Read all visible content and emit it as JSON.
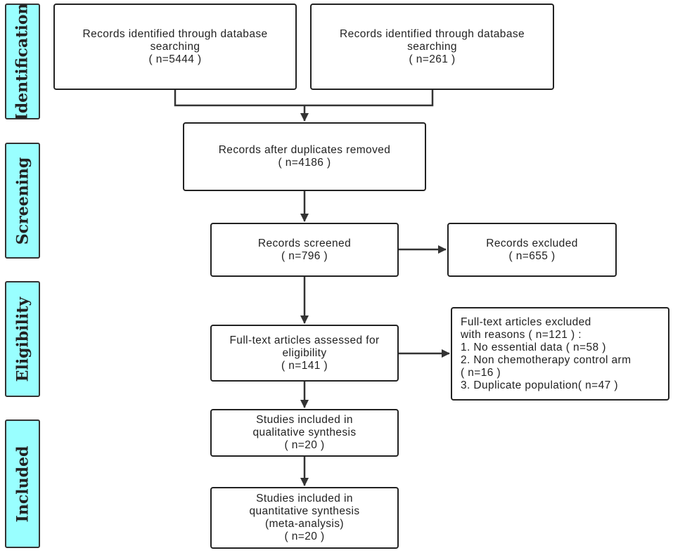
{
  "phases": {
    "identification": "Identification",
    "screening": "Screening",
    "eligibility": "Eligibility",
    "included": "Included"
  },
  "boxes": {
    "db_search_1": {
      "lines": [
        "Records identified through database",
        "searching",
        "( n=5444 )"
      ]
    },
    "db_search_2": {
      "lines": [
        "Records identified through database",
        "searching",
        "( n=261 )"
      ]
    },
    "duplicates_removed": {
      "lines": [
        "Records after duplicates removed",
        "( n=4186 )"
      ]
    },
    "records_screened": {
      "lines": [
        "Records screened",
        "( n=796 )"
      ]
    },
    "records_excluded": {
      "lines": [
        "Records excluded",
        "( n=655 )"
      ]
    },
    "fulltext_assessed": {
      "lines": [
        "Full-text articles assessed for",
        "eligibility",
        "( n=141 )"
      ]
    },
    "fulltext_excluded": {
      "lines": [
        "Full-text articles excluded",
        "with reasons ( n=121 ) :",
        "1. No essential data ( n=58 )",
        "2. Non chemotherapy control arm",
        "( n=16 )",
        "3. Duplicate population( n=47 )"
      ]
    },
    "qualitative": {
      "lines": [
        "Studies included in",
        "qualitative synthesis",
        "( n=20 )"
      ]
    },
    "quantitative": {
      "lines": [
        "Studies included in",
        "quantitative synthesis",
        "(meta-analysis)",
        "( n=20 )"
      ]
    }
  },
  "colors": {
    "phase_fill": "#99ffff",
    "line": "#333333"
  }
}
